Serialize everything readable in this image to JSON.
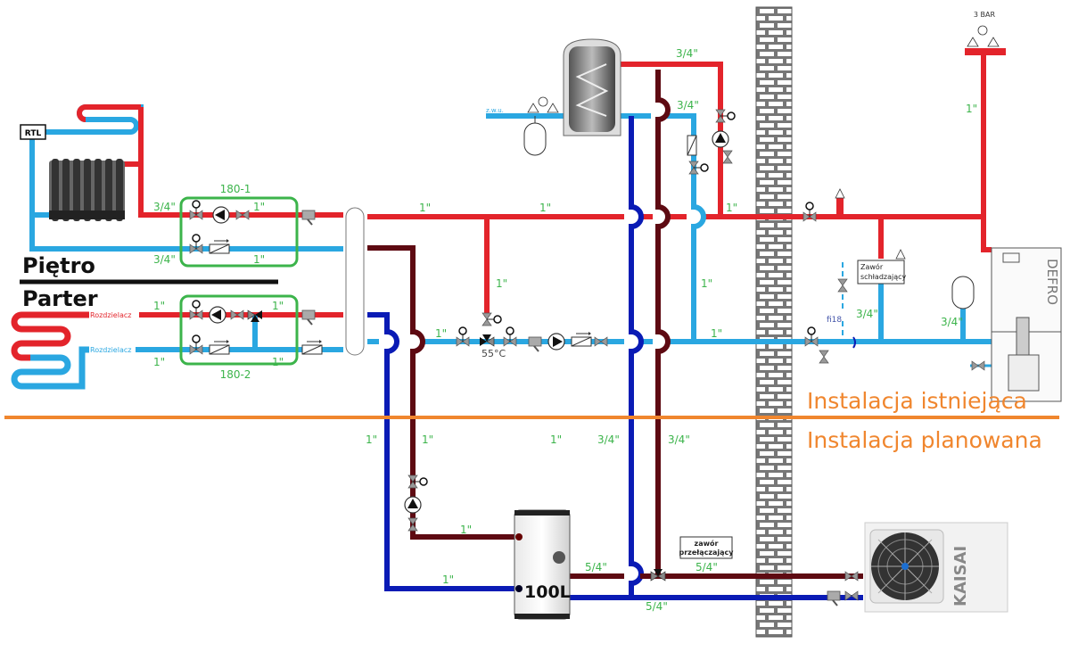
{
  "colors": {
    "supply_red": "#e3242b",
    "return_light_blue": "#2aa7e1",
    "dark_blue": "#0a1bb5",
    "maroon": "#5e0a12",
    "group_green": "#3cb44b",
    "divider_orange": "#f0862e",
    "dimension_green": "#3cb44b"
  },
  "labels": {
    "floor_upper": "Piętro",
    "floor_lower": "Parter",
    "thermostat": "RTL",
    "manifold_supply": "Rozdzielacz",
    "manifold_return": "Rozdzielacz",
    "group_upper": "180-1",
    "group_lower": "180-2",
    "mixing_temp": "55°C",
    "cold_water": "z.w.u.",
    "safety_pressure": "3 BAR",
    "cooling_valve_line1": "Zawór",
    "cooling_valve_line2": "schładzający",
    "pipe_fi": "fi18",
    "switch_valve_line1": "zawór",
    "switch_valve_line2": "przełączający",
    "buffer_tank": "100L",
    "boiler_brand": "DEFRO",
    "heat_pump_brand": "KAISAI",
    "section_existing": "Instalacja istniejąca",
    "section_planned": "Instalacja planowana"
  },
  "dimensions": {
    "rad_supply": "3/4\"",
    "rad_return": "3/4\"",
    "g1_supply": "1\"",
    "g1_return": "1\"",
    "floor_supply": "1\"",
    "floor_return": "1\"",
    "g2_supply": "1\"",
    "g2_return": "1\"",
    "main_supply_a": "1\"",
    "main_supply_b": "1\"",
    "drop_supply": "1\"",
    "mix_return": "1\"",
    "return_riser": "1\"",
    "riser_top": "1\"",
    "main_return_right": "1\"",
    "dhw_supply": "3/4\"",
    "dhw_return": "3/4\"",
    "right_riser": "1\"",
    "cooling_branch": "3/4\"",
    "exp_vessel": "3/4\"",
    "buffer_blue_riser": "1\"",
    "buffer_maroon_riser": "1\"",
    "mid_label": "1\"",
    "hp_blue_riser": "3/4\"",
    "hp_maroon_riser": "3/4\"",
    "buffer_top_conn": "1\"",
    "buffer_bottom_conn": "1\"",
    "buffer_out": "5/4\"",
    "hp_supply": "5/4\"",
    "hp_return": "5/4\""
  }
}
